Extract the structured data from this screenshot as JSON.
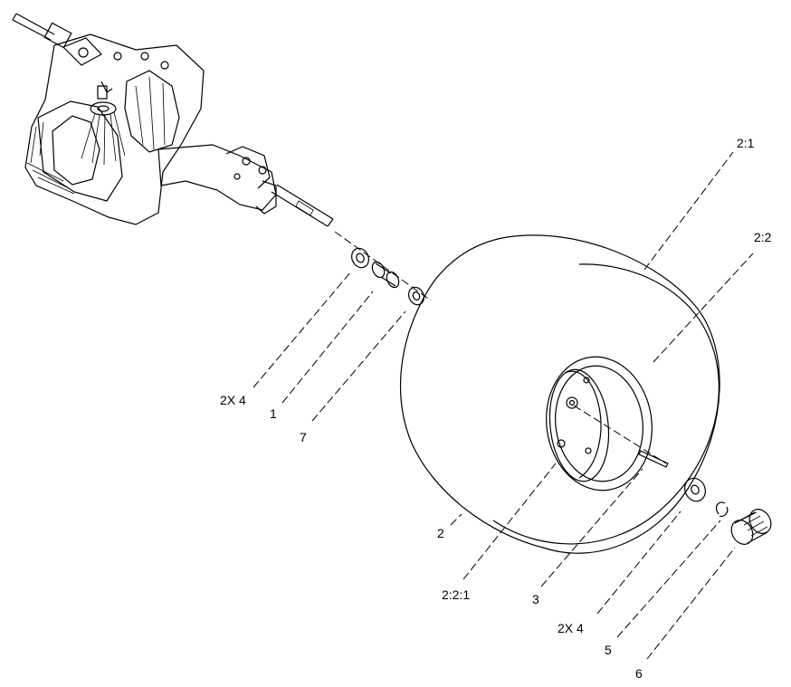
{
  "callouts": {
    "tire_assembly": "2:1",
    "rim": "2:2",
    "washer_left": "2X 4",
    "spacer": "1",
    "washer_small": "7",
    "wheel": "2",
    "valve_stem": "2:2:1",
    "key": "3",
    "washer_right": "2X 4",
    "retaining_ring": "5",
    "cap": "6"
  }
}
